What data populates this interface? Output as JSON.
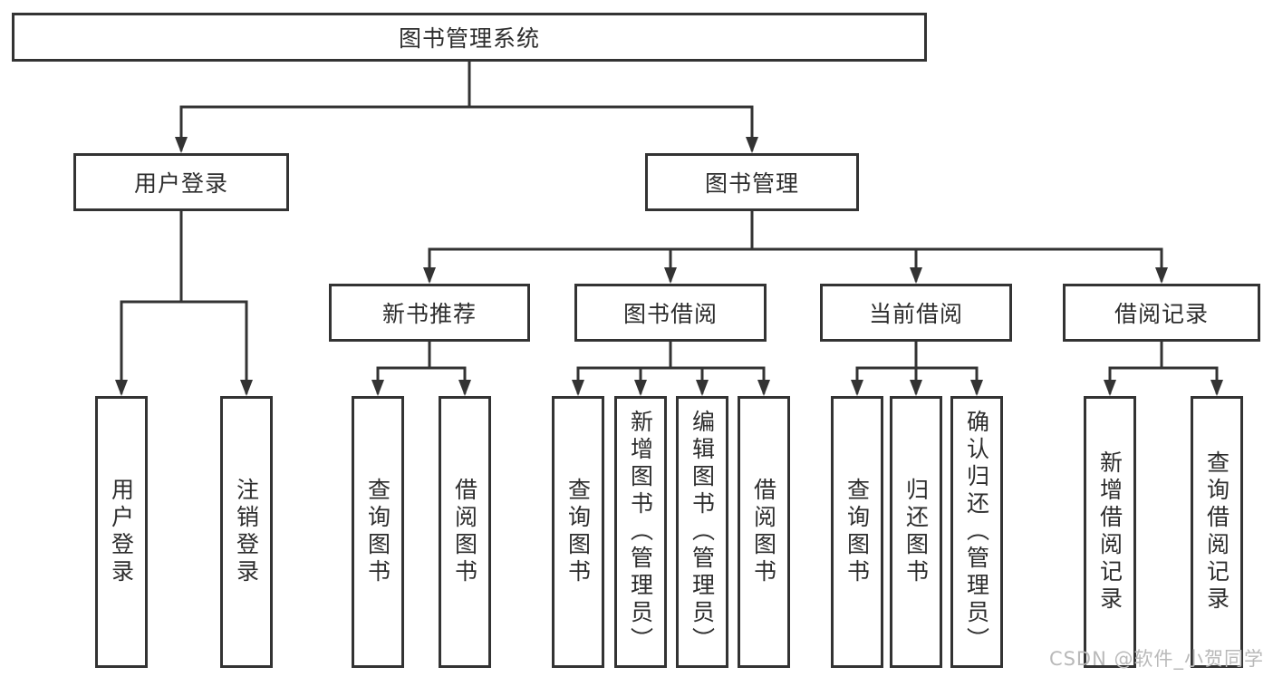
{
  "tree": {
    "label": "图书管理系统",
    "children": [
      {
        "label": "用户登录",
        "children": [
          {
            "label": "用户登录"
          },
          {
            "label": "注销登录"
          }
        ]
      },
      {
        "label": "图书管理",
        "children": [
          {
            "label": "新书推荐",
            "children": [
              {
                "label": "查询图书"
              },
              {
                "label": "借阅图书"
              }
            ]
          },
          {
            "label": "图书借阅",
            "children": [
              {
                "label": "查询图书"
              },
              {
                "label": "新增图书（管理员）"
              },
              {
                "label": "编辑图书（管理员）"
              },
              {
                "label": "借阅图书"
              }
            ]
          },
          {
            "label": "当前借阅",
            "children": [
              {
                "label": "查询图书"
              },
              {
                "label": "归还图书"
              },
              {
                "label": "确认归还（管理员）"
              }
            ]
          },
          {
            "label": "借阅记录",
            "children": [
              {
                "label": "新增借阅记录"
              },
              {
                "label": "查询借阅记录"
              }
            ]
          }
        ]
      }
    ]
  },
  "watermark": {
    "text": "CSDN @软件_小贺同学"
  },
  "colors": {
    "line": "#333333",
    "box_border": "#333333",
    "text": "#2d2d2d",
    "watermark": "#b9b9b9",
    "background": "#ffffff"
  }
}
